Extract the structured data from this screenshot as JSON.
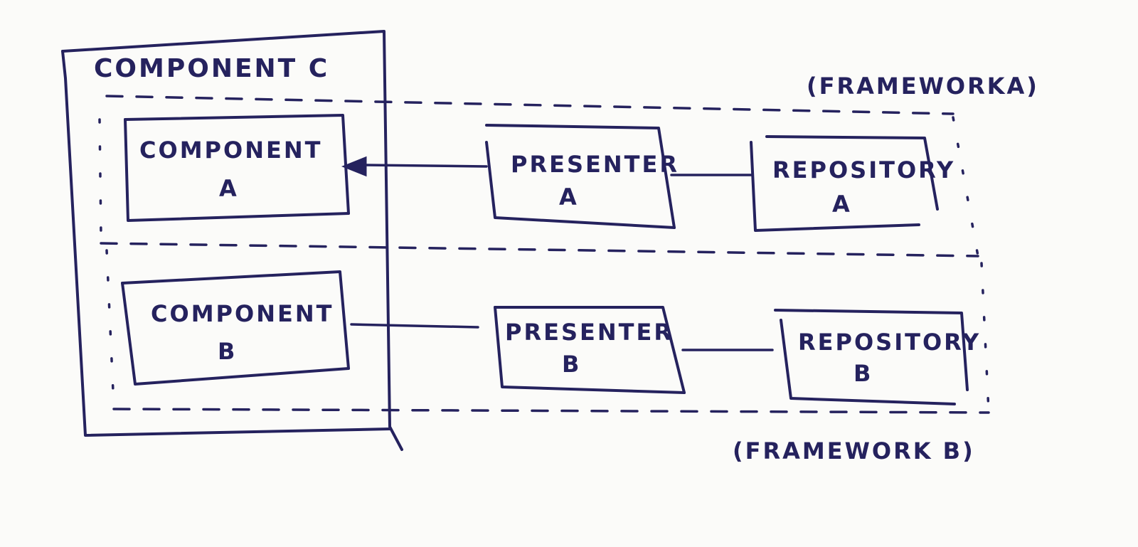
{
  "diagram": {
    "component_c": {
      "label": "COMPONENT  C"
    },
    "component_a": {
      "line1": "COMPONENT",
      "line2": "A"
    },
    "component_b": {
      "line1": "COMPONENT",
      "line2": "B"
    },
    "presenter_a": {
      "line1": "PRESENTER",
      "line2": "A"
    },
    "presenter_b": {
      "line1": "PRESENTER",
      "line2": "B"
    },
    "repository_a": {
      "line1": "REPOSITORY",
      "line2": "A"
    },
    "repository_b": {
      "line1": "REPOSITORY",
      "line2": "B"
    },
    "framework_a": {
      "label": "(FRAMEWORKA)"
    },
    "framework_b": {
      "label": "(FRAMEWORK  B)"
    }
  },
  "colors": {
    "ink": "#25225e",
    "paper": "#fbfbf9"
  }
}
